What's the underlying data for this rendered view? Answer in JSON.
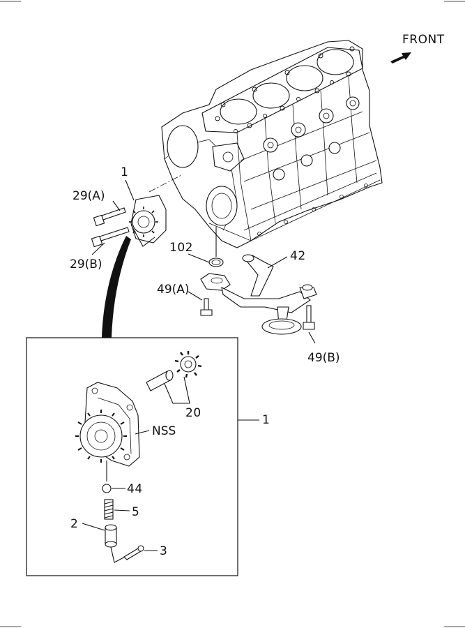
{
  "direction_label": "FRONT",
  "callouts": {
    "pump_assembly_top": "1",
    "bolt_a": "29(A)",
    "bolt_b": "29(B)",
    "o_ring": "102",
    "strainer_pipe": "42",
    "pipe_bolt_a": "49(A)",
    "pipe_bolt_b": "49(B)",
    "pump_assembly_detail": "1",
    "shaft_gear": "20",
    "nss": "NSS",
    "ball": "44",
    "spring": "5",
    "plug": "2",
    "pin": "3"
  }
}
